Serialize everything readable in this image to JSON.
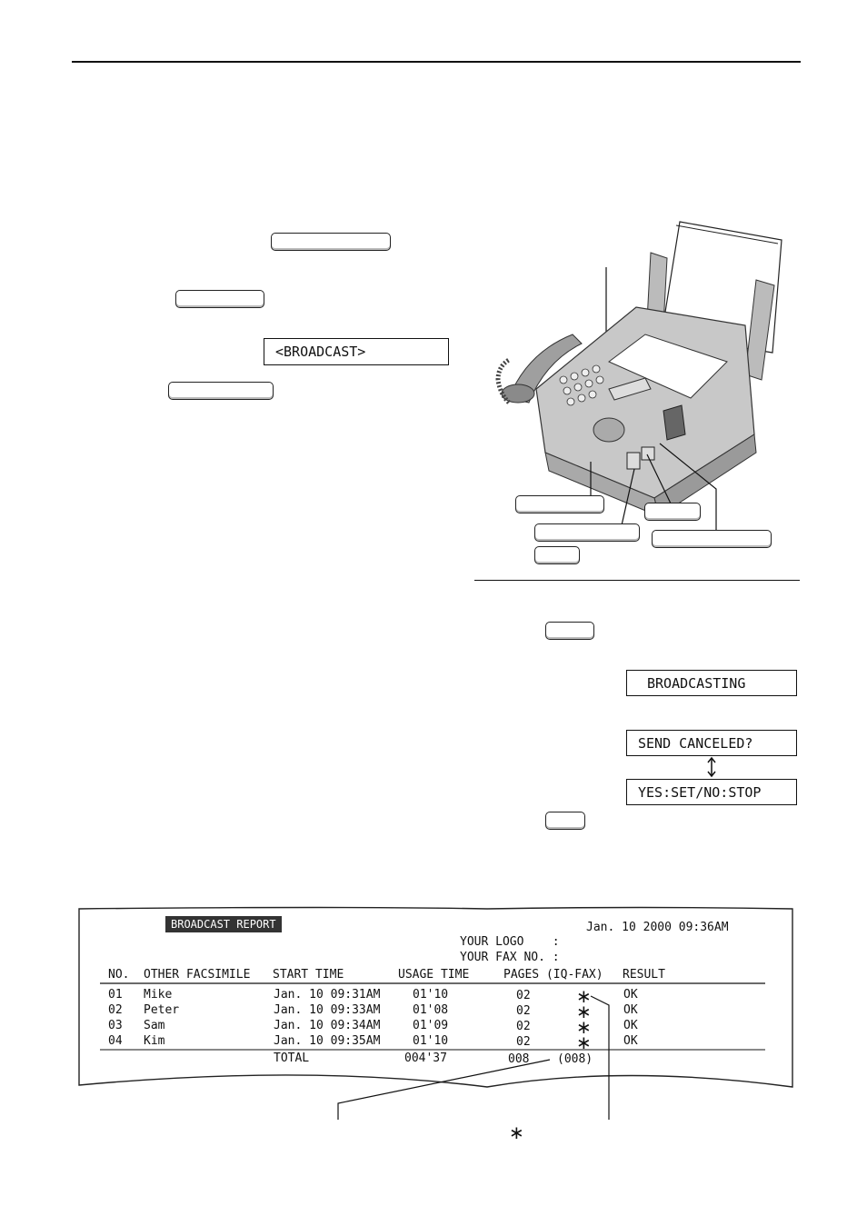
{
  "lcd": {
    "broadcast_menu": "<BROADCAST>",
    "broadcasting": "BROADCASTING",
    "send_canceled": "SEND CANCELED?",
    "yes_set_no_stop": "YES:SET/NO:STOP"
  },
  "report": {
    "title": "BROADCAST REPORT",
    "date": "Jan. 10 2000 09:36AM",
    "your_logo_label": "YOUR LOGO    :",
    "your_fax_label": "YOUR FAX NO. :",
    "headers": {
      "no": "NO.",
      "other": "OTHER FACSIMILE",
      "start": "START TIME",
      "usage": "USAGE TIME",
      "pages": "PAGES (IQ-FAX)",
      "result": "RESULT"
    },
    "rows": [
      {
        "no": "01",
        "name": "Mike",
        "start": "Jan. 10 09:31AM",
        "usage": "01'10",
        "pages": "02",
        "iq": "∗",
        "result": "OK"
      },
      {
        "no": "02",
        "name": "Peter",
        "start": "Jan. 10 09:33AM",
        "usage": "01'08",
        "pages": "02",
        "iq": "∗",
        "result": "OK"
      },
      {
        "no": "03",
        "name": "Sam",
        "start": "Jan. 10 09:34AM",
        "usage": "01'09",
        "pages": "02",
        "iq": "∗",
        "result": "OK"
      },
      {
        "no": "04",
        "name": "Kim",
        "start": "Jan. 10 09:35AM",
        "usage": "01'10",
        "pages": "02",
        "iq": "∗",
        "result": "OK"
      }
    ],
    "total_label": "TOTAL",
    "total_usage": "004'37",
    "total_pages": "008",
    "total_iq": "(008)"
  },
  "footnote_star": "∗"
}
